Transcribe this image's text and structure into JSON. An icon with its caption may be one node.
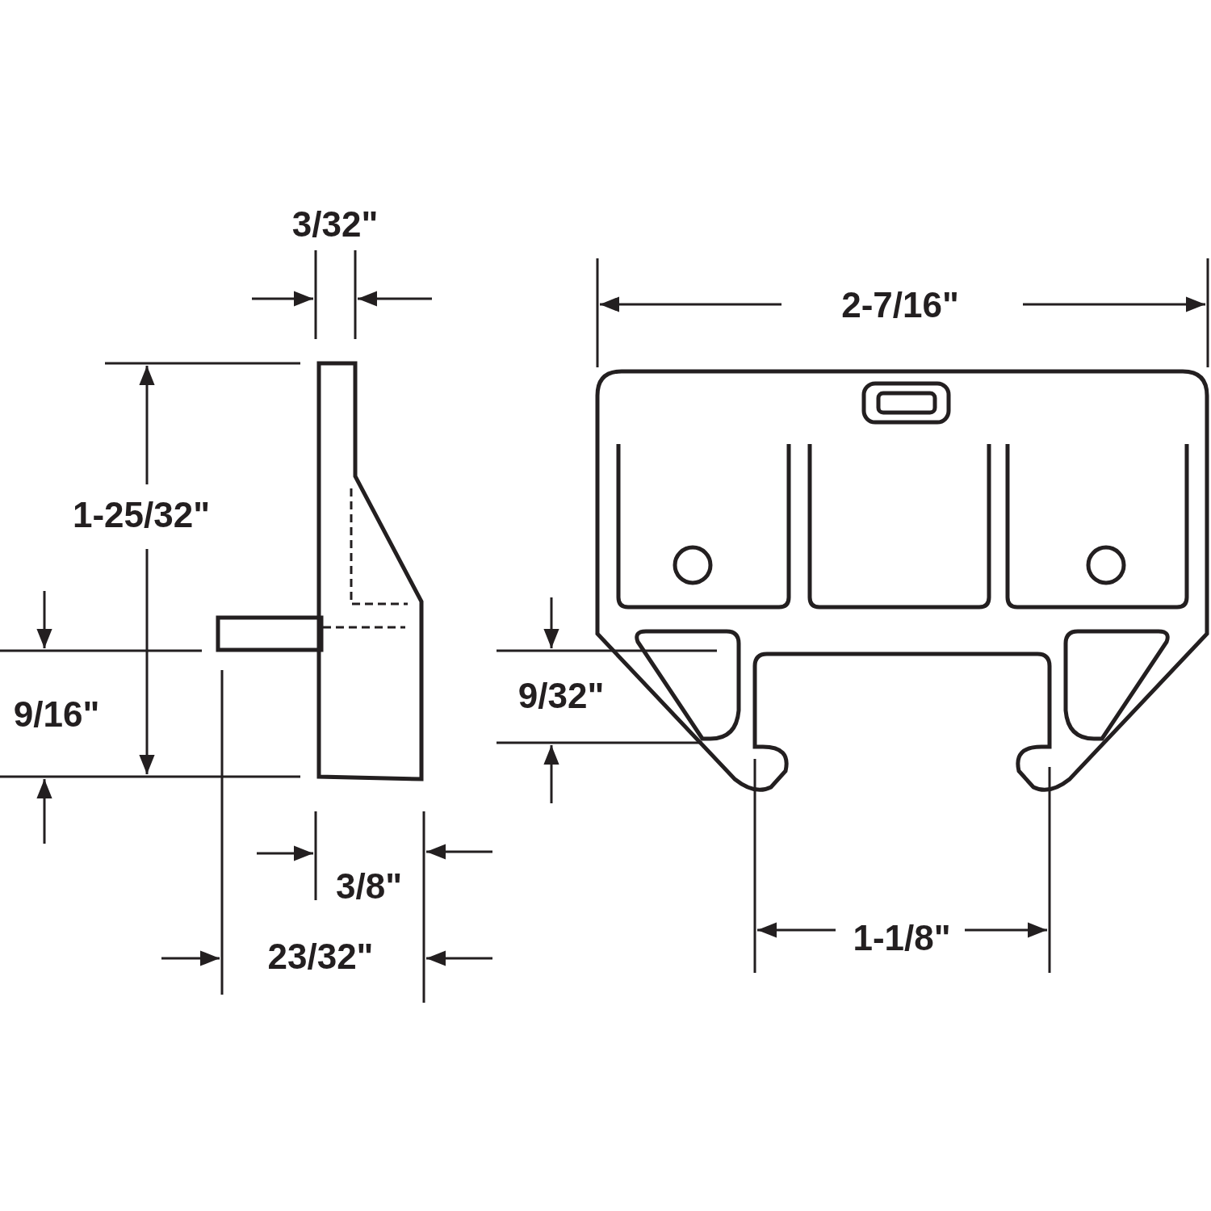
{
  "diagram": {
    "labels": [
      "3/32\"",
      "2-7/16\"",
      "1-25/32\"",
      "9/32\"",
      "9/16\"",
      "3/8\"",
      "1-1/8\"",
      "23/32\""
    ]
  }
}
